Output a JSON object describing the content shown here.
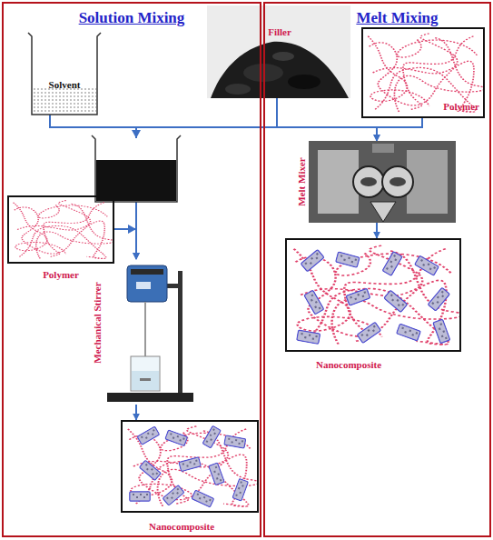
{
  "diagram": {
    "nodes": [
      {
        "text": [
          "Solution Mixing"
        ]
      },
      {
        "text": [
          "Melt Mixing"
        ]
      },
      {
        "text": [
          "Solvent"
        ],
        "in": 0
      },
      {
        "text": [
          "Filler"
        ]
      },
      {
        "text": [
          "Polymer"
        ],
        "in": 1
      },
      {
        "text": [
          "Polymer"
        ],
        "in": 0
      },
      {
        "text": [
          "Mechanical Stirrer"
        ],
        "in": 0
      },
      {
        "text": [
          "Melt Mixer"
        ],
        "in": 1
      },
      {
        "text": [
          "Nanocomposite"
        ],
        "in": 0
      },
      {
        "text": [
          "Nanocomposite"
        ],
        "in": 1
      }
    ],
    "edges": [
      {
        "from": 2,
        "to": 6,
        "arrow": "to"
      },
      {
        "from": 3,
        "to": 6,
        "arrow": "to"
      },
      {
        "from": 5,
        "to": 6,
        "arrow": "to"
      },
      {
        "from": 3,
        "to": 7,
        "arrow": "to"
      },
      {
        "from": 4,
        "to": 7,
        "arrow": "to"
      },
      {
        "from": 6,
        "to": 8,
        "arrow": "to"
      },
      {
        "from": 7,
        "to": 9,
        "arrow": "to"
      }
    ]
  }
}
